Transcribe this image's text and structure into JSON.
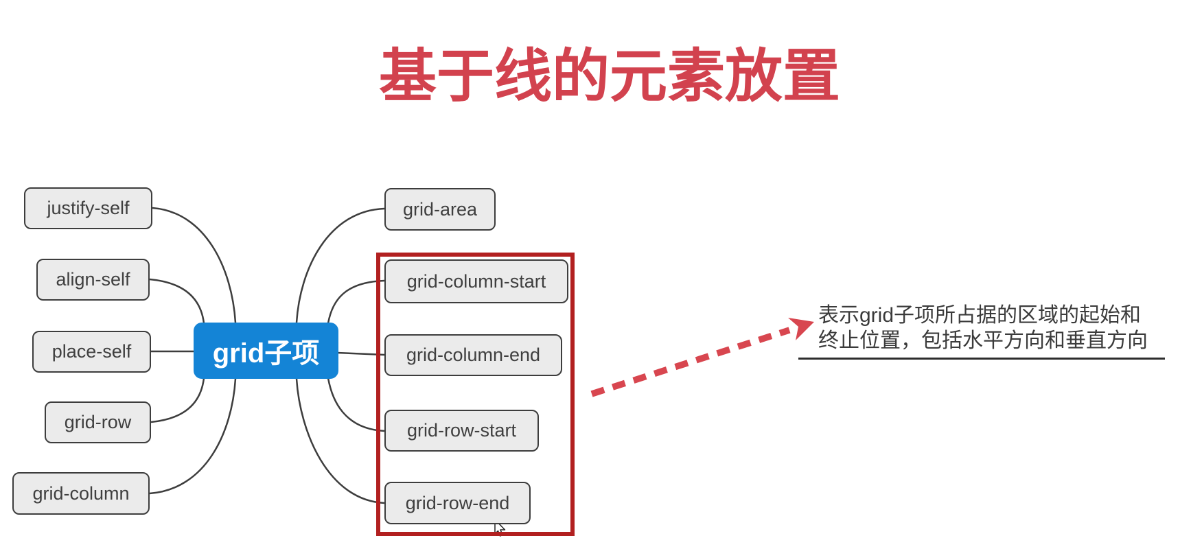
{
  "title": {
    "text": "基于线的元素放置"
  },
  "colors": {
    "title_red": "#d2424e",
    "highlight_red": "#b22020",
    "arrow_red": "#d8464f",
    "node_blue": "#1484d6",
    "node_blue_text": "#ffffff",
    "box_fill": "#ebebeb",
    "box_border": "#3d3d3d",
    "box_text": "#3f3f3f",
    "connector": "#3d3d3d",
    "annotation_text": "#3b3b3b",
    "underline": "#2d2d2d"
  },
  "mindmap": {
    "center": {
      "label": "grid子项"
    },
    "left_nodes": [
      {
        "label": "justify-self"
      },
      {
        "label": "align-self"
      },
      {
        "label": "place-self"
      },
      {
        "label": "grid-row"
      },
      {
        "label": "grid-column"
      }
    ],
    "right_nodes": [
      {
        "label": "grid-area"
      },
      {
        "label": "grid-column-start"
      },
      {
        "label": "grid-column-end"
      },
      {
        "label": "grid-row-start"
      },
      {
        "label": "grid-row-end"
      }
    ]
  },
  "annotation": {
    "line1": "表示grid子项所占据的区域的起始和",
    "line2": "终止位置，包括水平方向和垂直方向"
  }
}
